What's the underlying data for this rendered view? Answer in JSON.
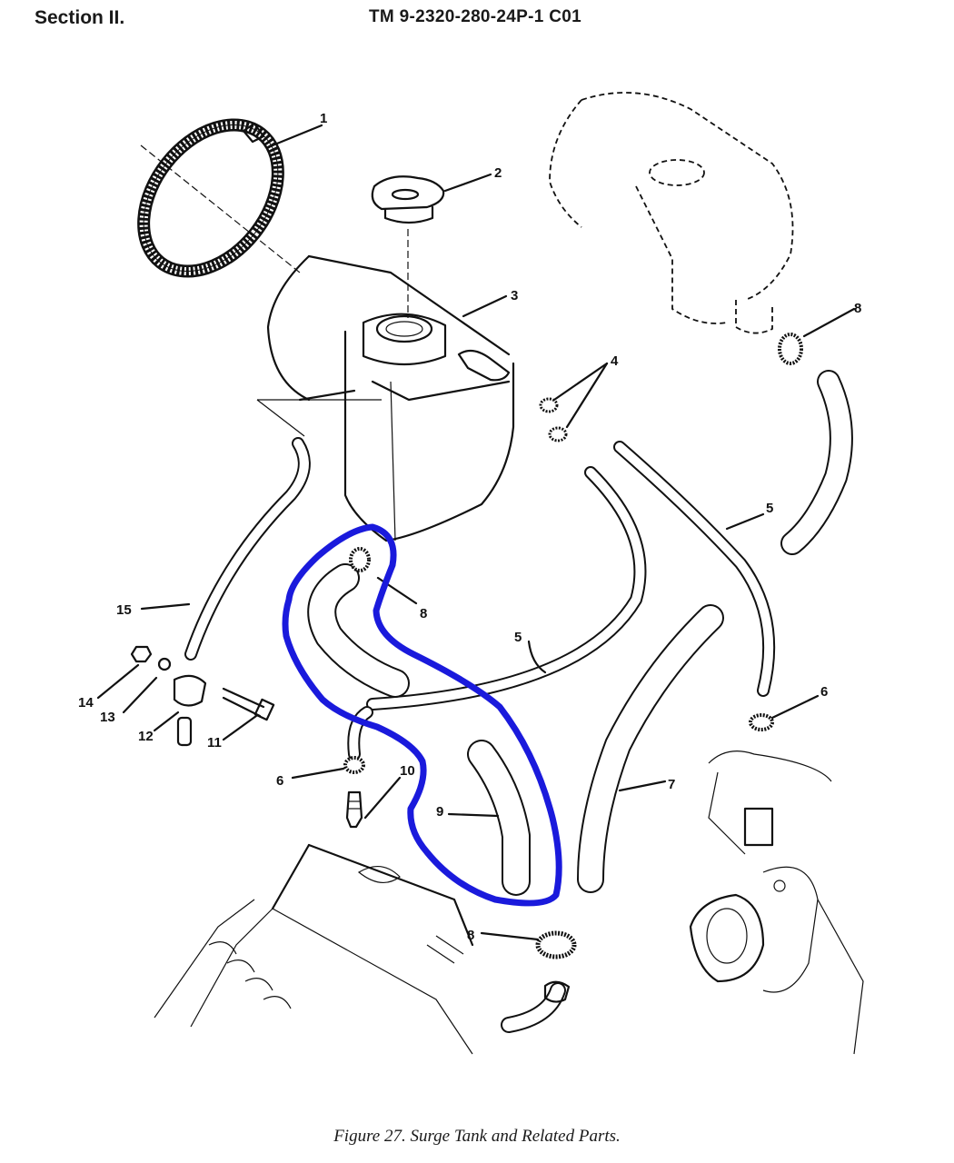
{
  "header": {
    "section": "Section II.",
    "manual": "TM 9-2320-280-24P-1  C01"
  },
  "caption": "Figure 27.  Surge Tank and Related Parts.",
  "callouts": [
    "1",
    "2",
    "3",
    "4",
    "5",
    "5",
    "6",
    "6",
    "7",
    "8",
    "8",
    "8",
    "9",
    "10",
    "11",
    "12",
    "13",
    "14",
    "15"
  ],
  "highlight_color": "#1a1adc"
}
